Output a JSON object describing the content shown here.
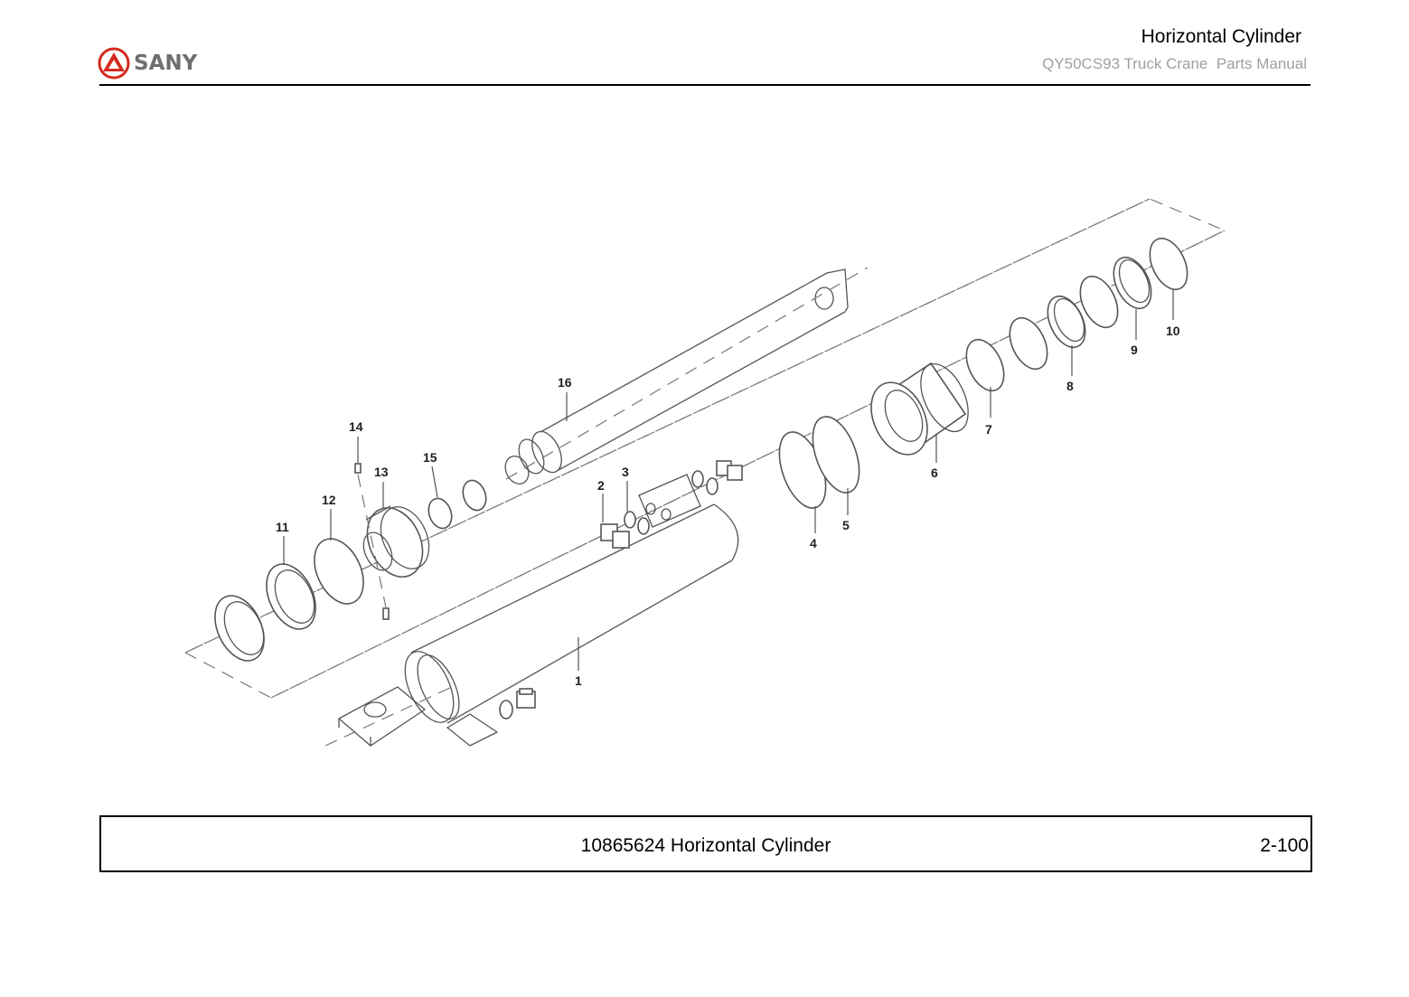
{
  "header": {
    "brand": "SANY",
    "title": "Horizontal Cylinder",
    "subtitle": "QY50CS93 Truck Crane  Parts Manual"
  },
  "diagram": {
    "callouts": [
      "1",
      "2",
      "3",
      "4",
      "5",
      "6",
      "7",
      "8",
      "9",
      "10",
      "11",
      "12",
      "13",
      "14",
      "15",
      "16"
    ]
  },
  "footer": {
    "caption": "10865624 Horizontal Cylinder",
    "page_number": "2-100"
  },
  "colors": {
    "brand_red": "#d42b1e",
    "brand_gray": "#6e6e6e",
    "subtitle_gray": "#a0a0a0"
  }
}
